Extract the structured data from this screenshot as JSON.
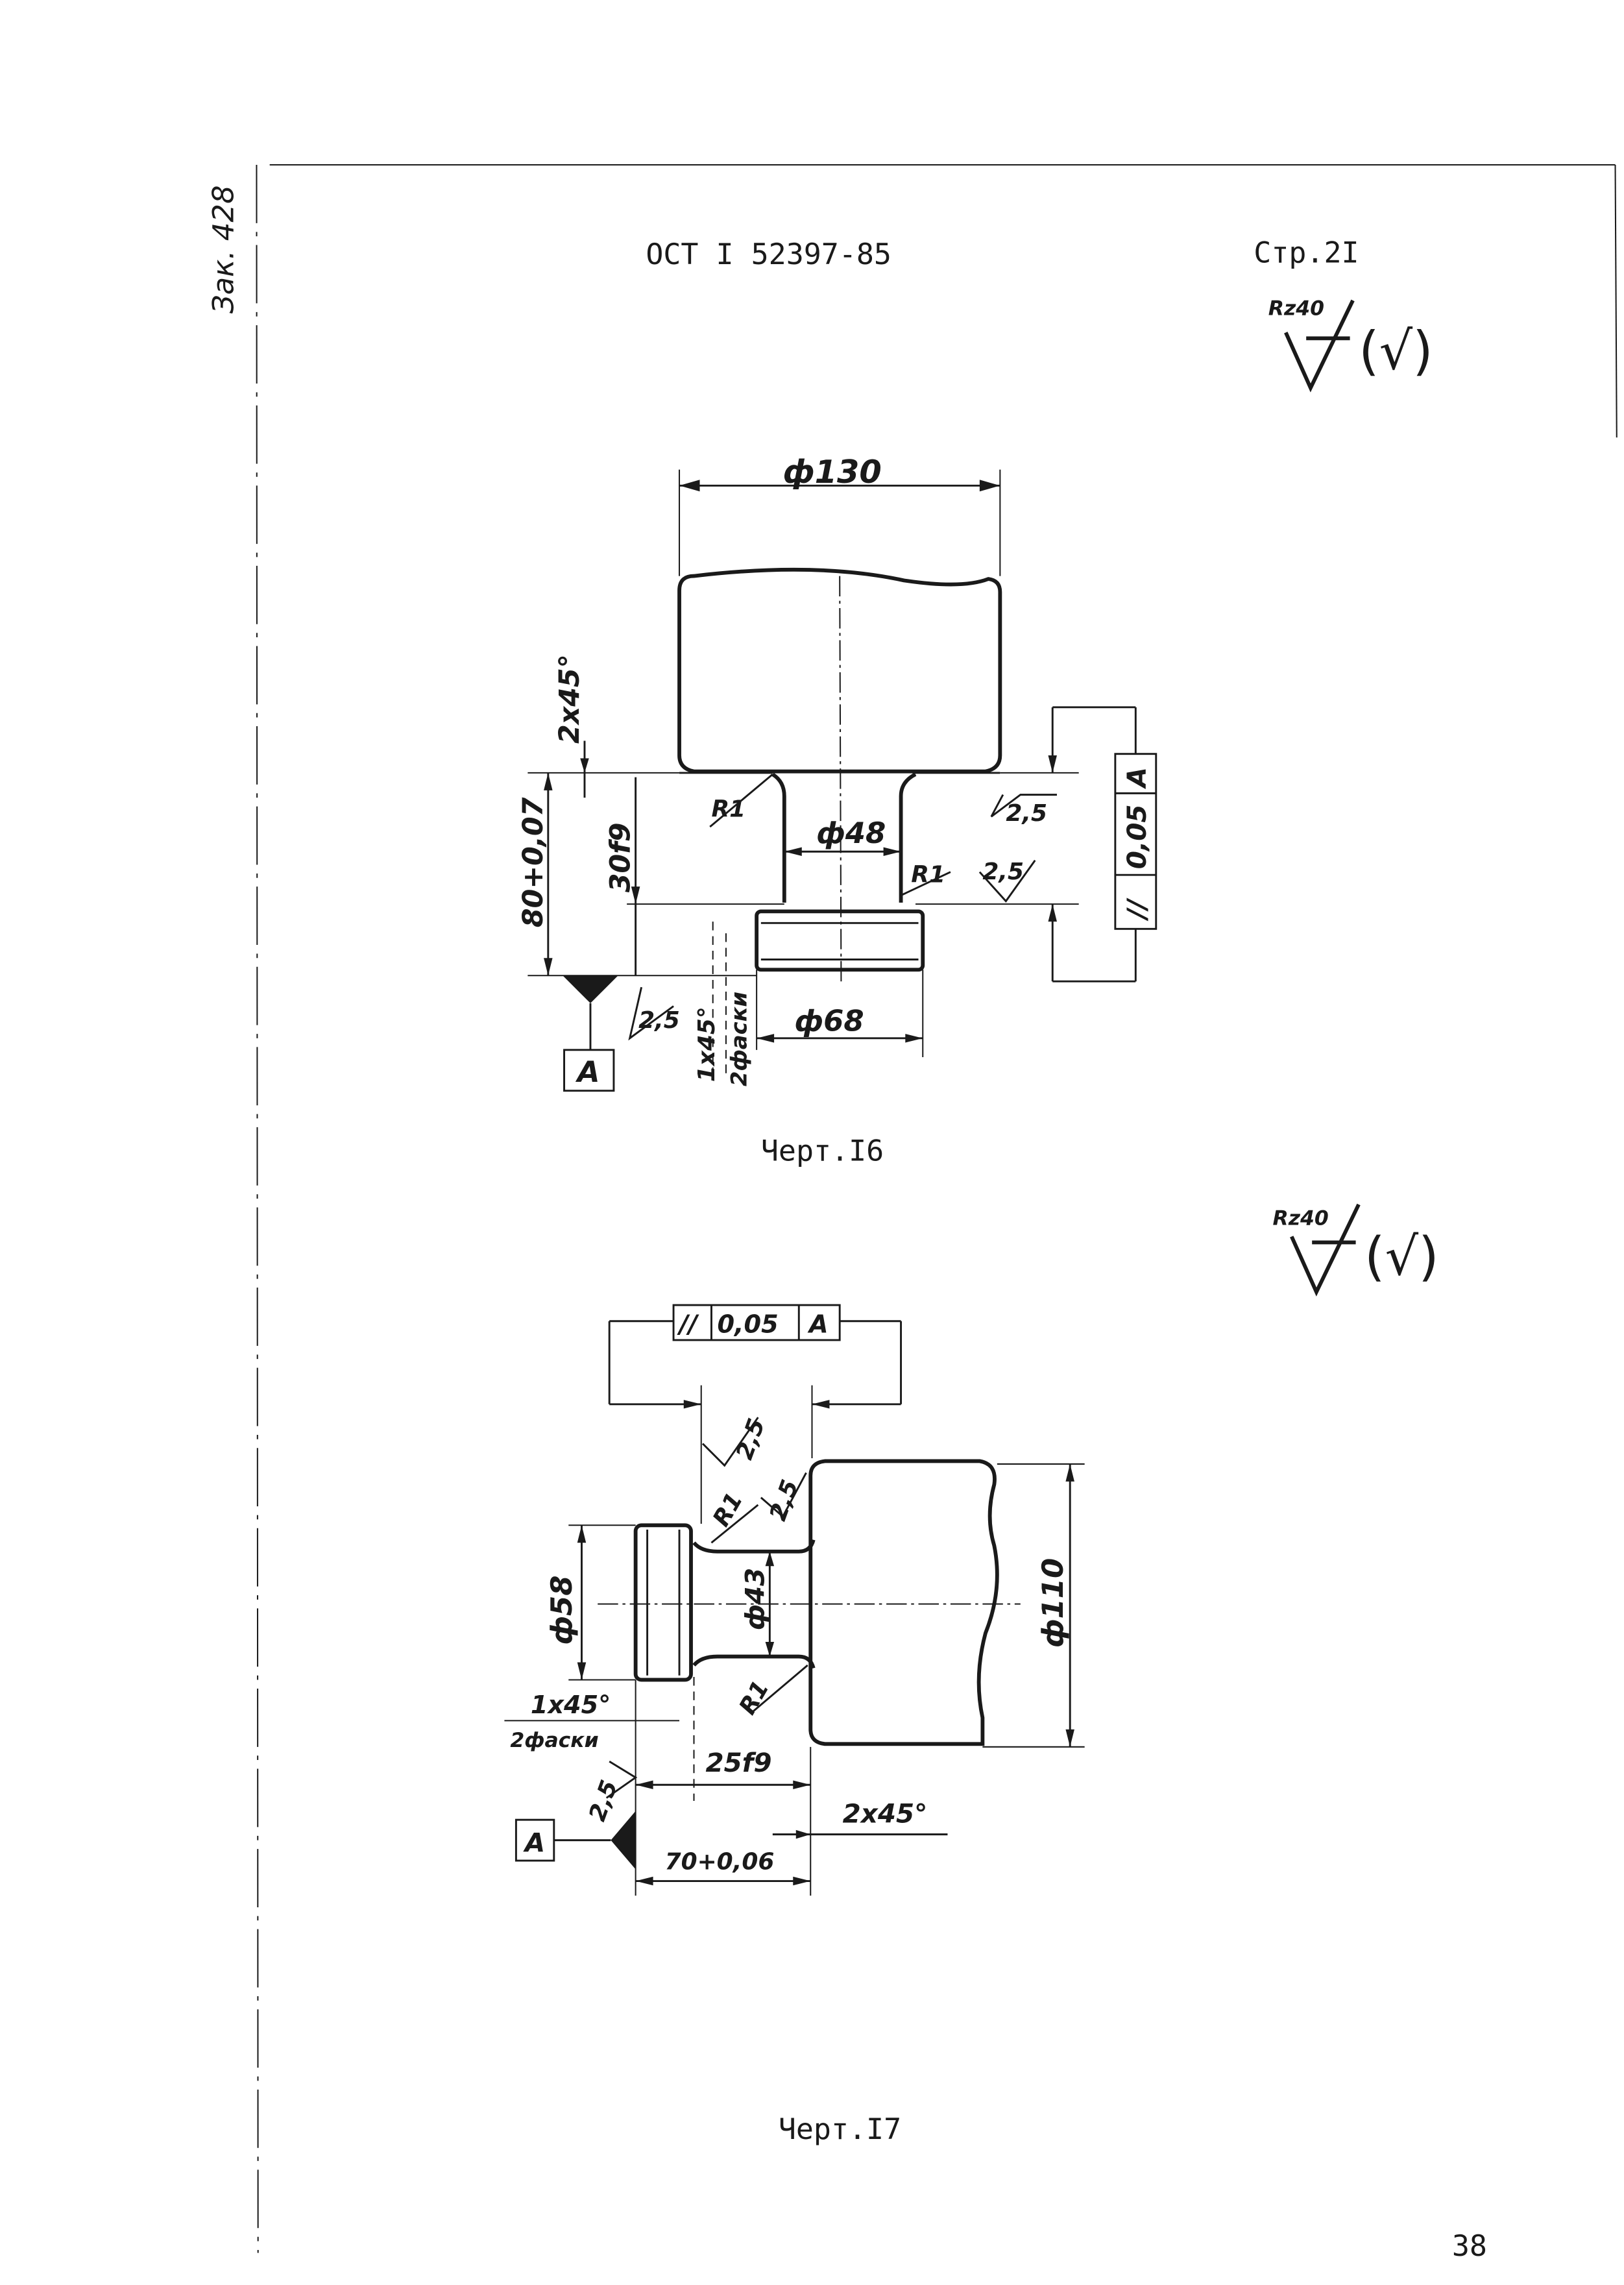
{
  "header": {
    "standard": "ОСТ I 52397-85",
    "page": "Стр.2I",
    "side_note": "Зак. 428",
    "page_number": "38"
  },
  "fig16": {
    "roughness": {
      "value": "Rz40",
      "bracket": "(√)"
    },
    "dims": {
      "d130": "ф130",
      "d48": "ф48",
      "d68": "ф68",
      "chamfer_top": "2х45°",
      "tol_80": "80+0,07",
      "fit_30": "30f9",
      "r1_a": "R1",
      "r1_b": "R1",
      "rough_a": "2,5",
      "rough_b": "2,5",
      "rough_c": "2,5",
      "chamfer_bottom": "1х45°",
      "chamfer_bottom_note": "2фаски"
    },
    "tolerance": {
      "symbol": "//",
      "value": "0,05",
      "datum": "A"
    },
    "datum_label": "A",
    "caption": "Черт.I6"
  },
  "fig17": {
    "roughness": {
      "value": "Rz40",
      "bracket": "(√)"
    },
    "tolerance": {
      "symbol": "//",
      "value": "0,05",
      "datum": "A"
    },
    "dims": {
      "d58": "ф58",
      "d43": "ф43",
      "d110": "ф110",
      "rough_a": "2,5",
      "rough_b": "2,5",
      "rough_c": "2,5",
      "r1_a": "R1",
      "r1_b": "R1",
      "chamfer_small": "1х45°",
      "chamfer_small_note": "2фаски",
      "fit_25": "25f9",
      "chamfer_large": "2х45°",
      "tol_70": "70+0,06"
    },
    "datum_label": "A",
    "caption": "Черт.I7"
  }
}
